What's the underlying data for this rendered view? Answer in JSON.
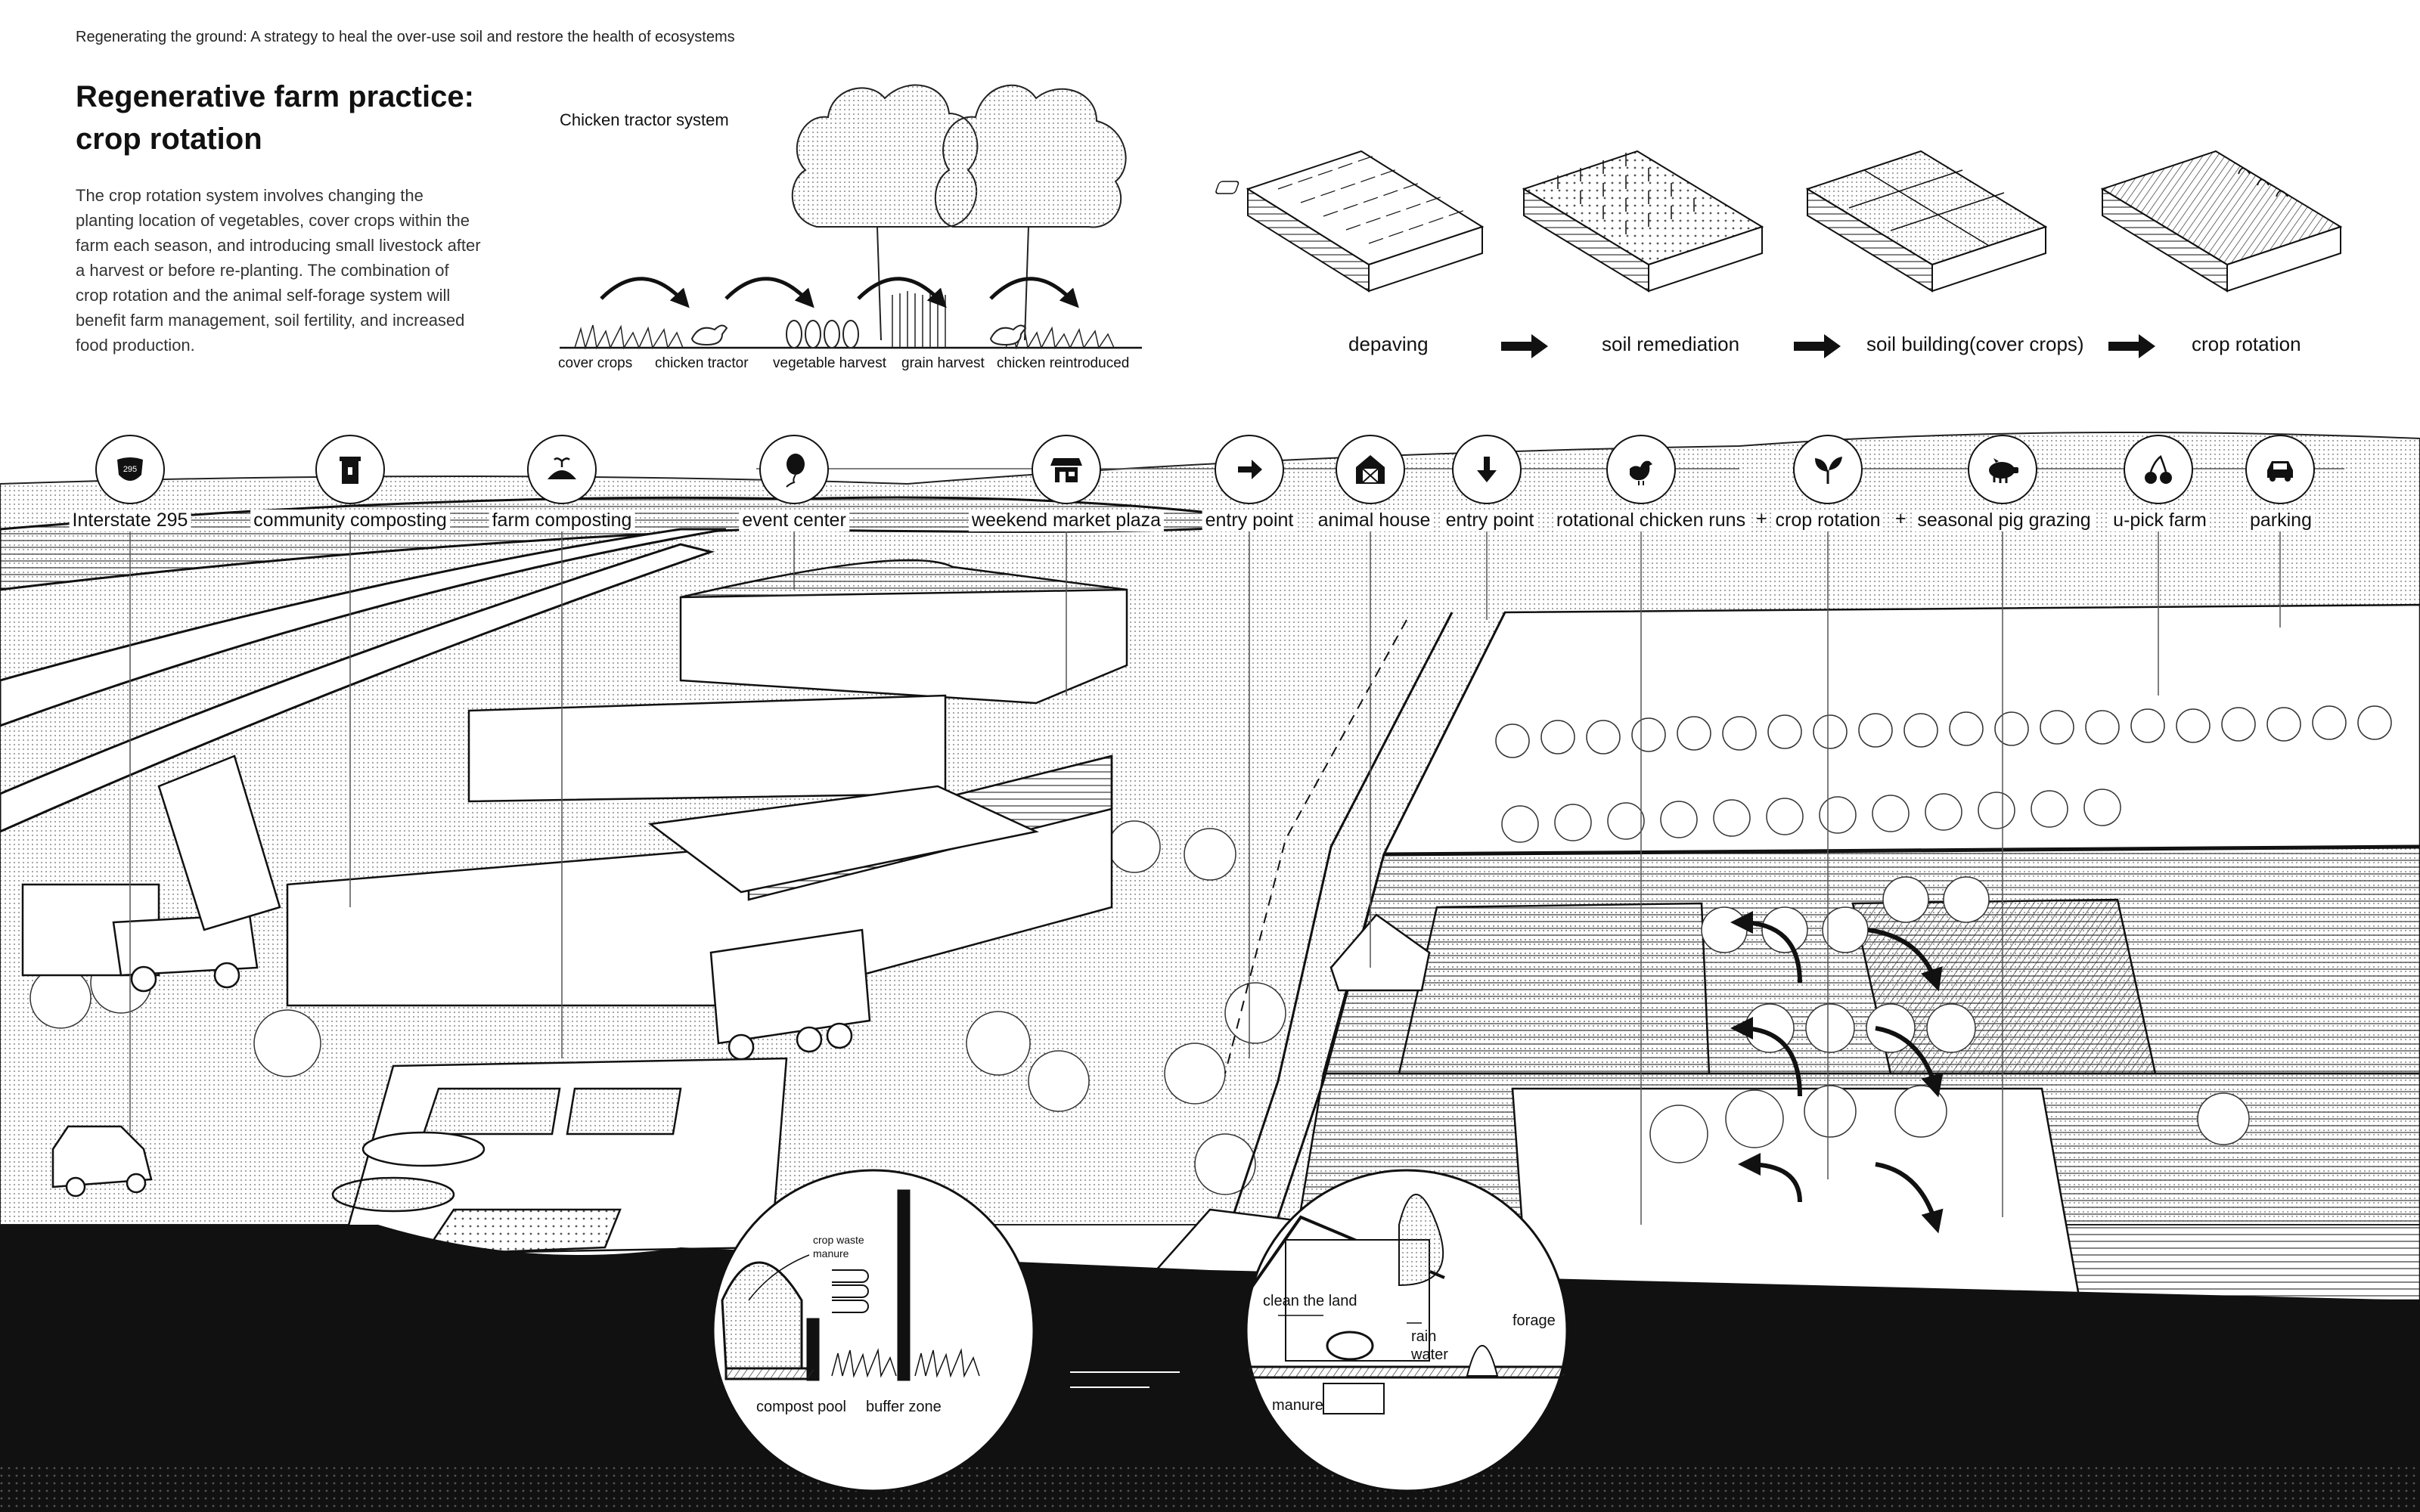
{
  "header": {
    "subtitle": "Regenerating the ground: A strategy to heal the over-use soil and restore the health of ecosystems",
    "title_line1": "Regenerative farm practice:",
    "title_line2": "crop rotation",
    "intro_text": "The crop rotation system involves changing the planting location of vegetables, cover crops within the farm each season, and introducing small livestock after a harvest or before re-planting. The combination of crop rotation and the animal self-forage system will benefit farm management, soil fertility, and increased food production."
  },
  "chicken_tractor": {
    "title": "Chicken tractor system",
    "stages": [
      "cover crops",
      "chicken tractor",
      "vegetable harvest",
      "grain harvest",
      "chicken reintroduced"
    ]
  },
  "process": {
    "steps": [
      "depaving",
      "soil remediation",
      "soil building(cover crops)",
      "crop rotation"
    ],
    "arrow_icon": "arrow-right-icon"
  },
  "site_points": [
    {
      "label": "Interstate 295",
      "icon": "highway-shield-icon",
      "shield_text": "295"
    },
    {
      "label": "community composting",
      "icon": "compost-bin-icon"
    },
    {
      "label": "farm composting",
      "icon": "soil-mound-icon"
    },
    {
      "label": "event center",
      "icon": "balloon-icon"
    },
    {
      "label": "weekend market plaza",
      "icon": "storefront-icon"
    },
    {
      "label": "entry point",
      "icon": "arrow-right-icon"
    },
    {
      "label": "animal house",
      "icon": "barn-icon"
    },
    {
      "label": "entry point",
      "icon": "arrow-down-icon"
    },
    {
      "label": "rotational chicken runs",
      "icon": "chicken-icon"
    },
    {
      "label": "crop rotation",
      "icon": "sprout-icon"
    },
    {
      "label": "seasonal pig grazing",
      "icon": "pig-icon"
    },
    {
      "label": "u-pick farm",
      "icon": "cherry-icon"
    },
    {
      "label": "parking",
      "icon": "car-icon"
    }
  ],
  "plus_sign": "+",
  "insets": {
    "compost": {
      "crop_waste": "crop waste",
      "manure_small": "manure",
      "compost_pool": "compost pool",
      "buffer_zone": "buffer zone"
    },
    "animal": {
      "clean_land": "clean the land",
      "rain": "rain",
      "water": "water",
      "forage": "forage",
      "manure": "manure"
    }
  }
}
